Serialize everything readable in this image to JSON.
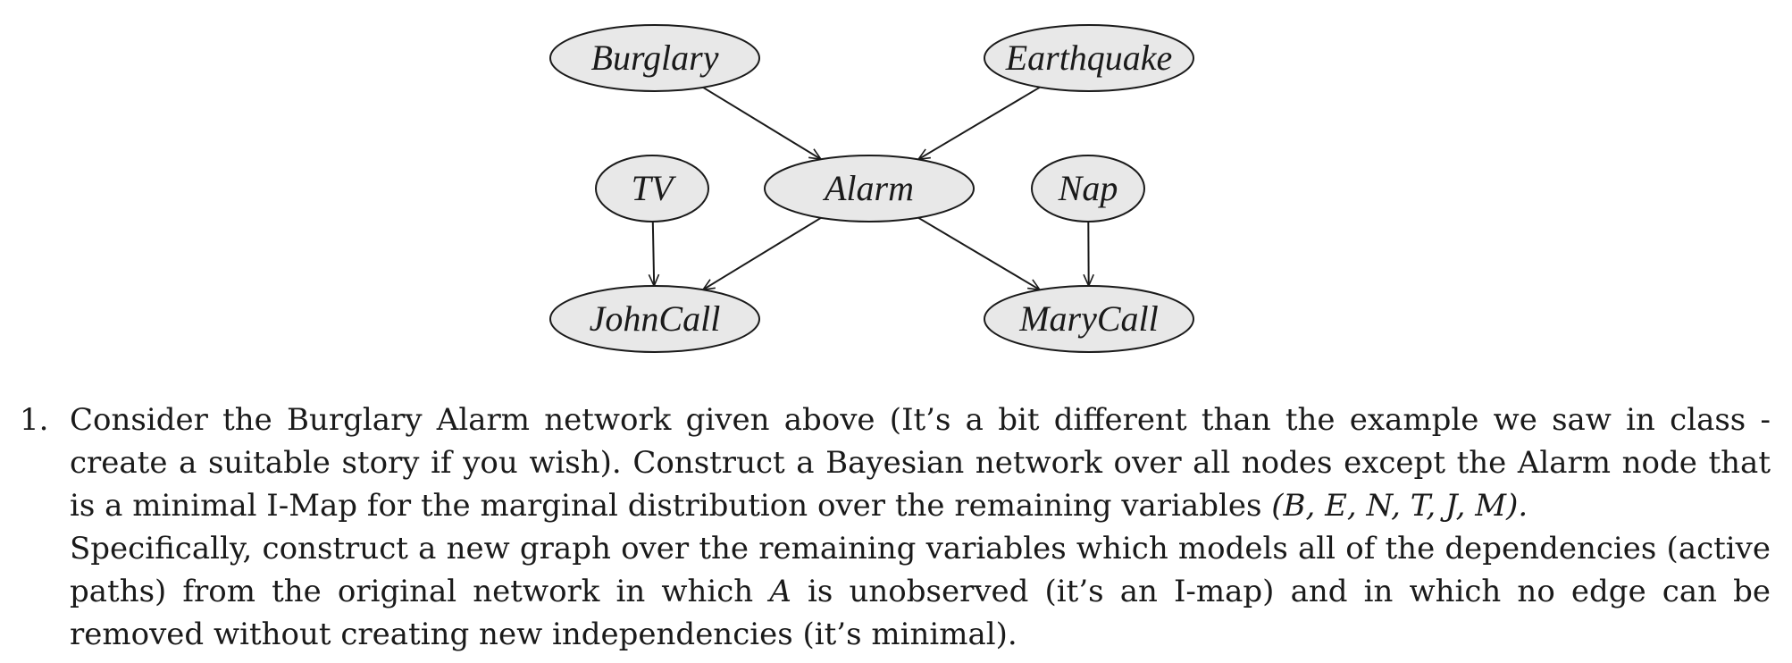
{
  "diagram": {
    "nodes": [
      {
        "id": "burglary",
        "label": "Burglary"
      },
      {
        "id": "earthquake",
        "label": "Earthquake"
      },
      {
        "id": "tv",
        "label": "TV"
      },
      {
        "id": "alarm",
        "label": "Alarm"
      },
      {
        "id": "nap",
        "label": "Nap"
      },
      {
        "id": "johncall",
        "label": "JohnCall"
      },
      {
        "id": "marycall",
        "label": "MaryCall"
      }
    ],
    "edges": [
      {
        "from": "burglary",
        "to": "alarm"
      },
      {
        "from": "earthquake",
        "to": "alarm"
      },
      {
        "from": "tv",
        "to": "johncall"
      },
      {
        "from": "alarm",
        "to": "johncall"
      },
      {
        "from": "alarm",
        "to": "marycall"
      },
      {
        "from": "nap",
        "to": "marycall"
      }
    ]
  },
  "question": {
    "number": "1.",
    "lines": [
      "Consider the Burglary Alarm network given above (It’s a bit different than the example we saw in class -",
      "create a suitable story if you wish). Construct a Bayesian network over all nodes except the Alarm node that",
      "is a minimal I-Map for the marginal distribution over the remaining variables",
      "Specifically, construct a new graph over the remaining variables which models all of the dependencies (active",
      "paths) from the original network in which",
      "removed without creating new independencies (it’s minimal)."
    ],
    "line3_math": "(B, E, N, T, J, M).",
    "line5_math": "A",
    "line5_rest": "is unobserved (it’s an I-map) and in which no edge can be"
  }
}
